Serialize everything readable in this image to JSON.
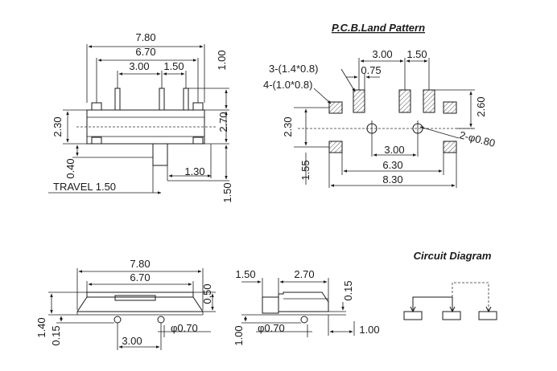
{
  "pcb_title": "P.C.B.Land Pattern",
  "circuit_title": "Circuit Diagram",
  "top_view": {
    "dim_780": "7.80",
    "dim_670": "6.70",
    "dim_300": "3.00",
    "dim_150": "1.50",
    "dim_100": "1.00",
    "dim_270": "2.70",
    "dim_230": "2.30",
    "dim_040": "0.40",
    "dim_130": "1.30",
    "dim_150b": "1.50",
    "travel": "TRAVEL 1.50"
  },
  "pcb": {
    "dim_300": "3.00",
    "dim_150": "1.50",
    "dim_075": "0.75",
    "label_3pad": "3-(1.4*0.8)",
    "label_4pad": "4-(1.0*0.8)",
    "dim_260": "2.60",
    "dim_230": "2.30",
    "hole_label": "2-φ0.80",
    "dim_300b": "3.00",
    "dim_630": "6.30",
    "dim_830": "8.30",
    "dim_155": "1.55"
  },
  "front_view": {
    "dim_780": "7.80",
    "dim_670": "6.70",
    "dim_050": "0.50",
    "dim_140": "1.40",
    "dim_015": "0.15",
    "dim_300": "3.00",
    "dim_070": "φ0.70"
  },
  "side_view": {
    "dim_150": "1.50",
    "dim_270": "2.70",
    "dim_015": "0.15",
    "dim_100": "1.00",
    "dim_070": "φ0.70",
    "dim_100b": "1.00"
  }
}
